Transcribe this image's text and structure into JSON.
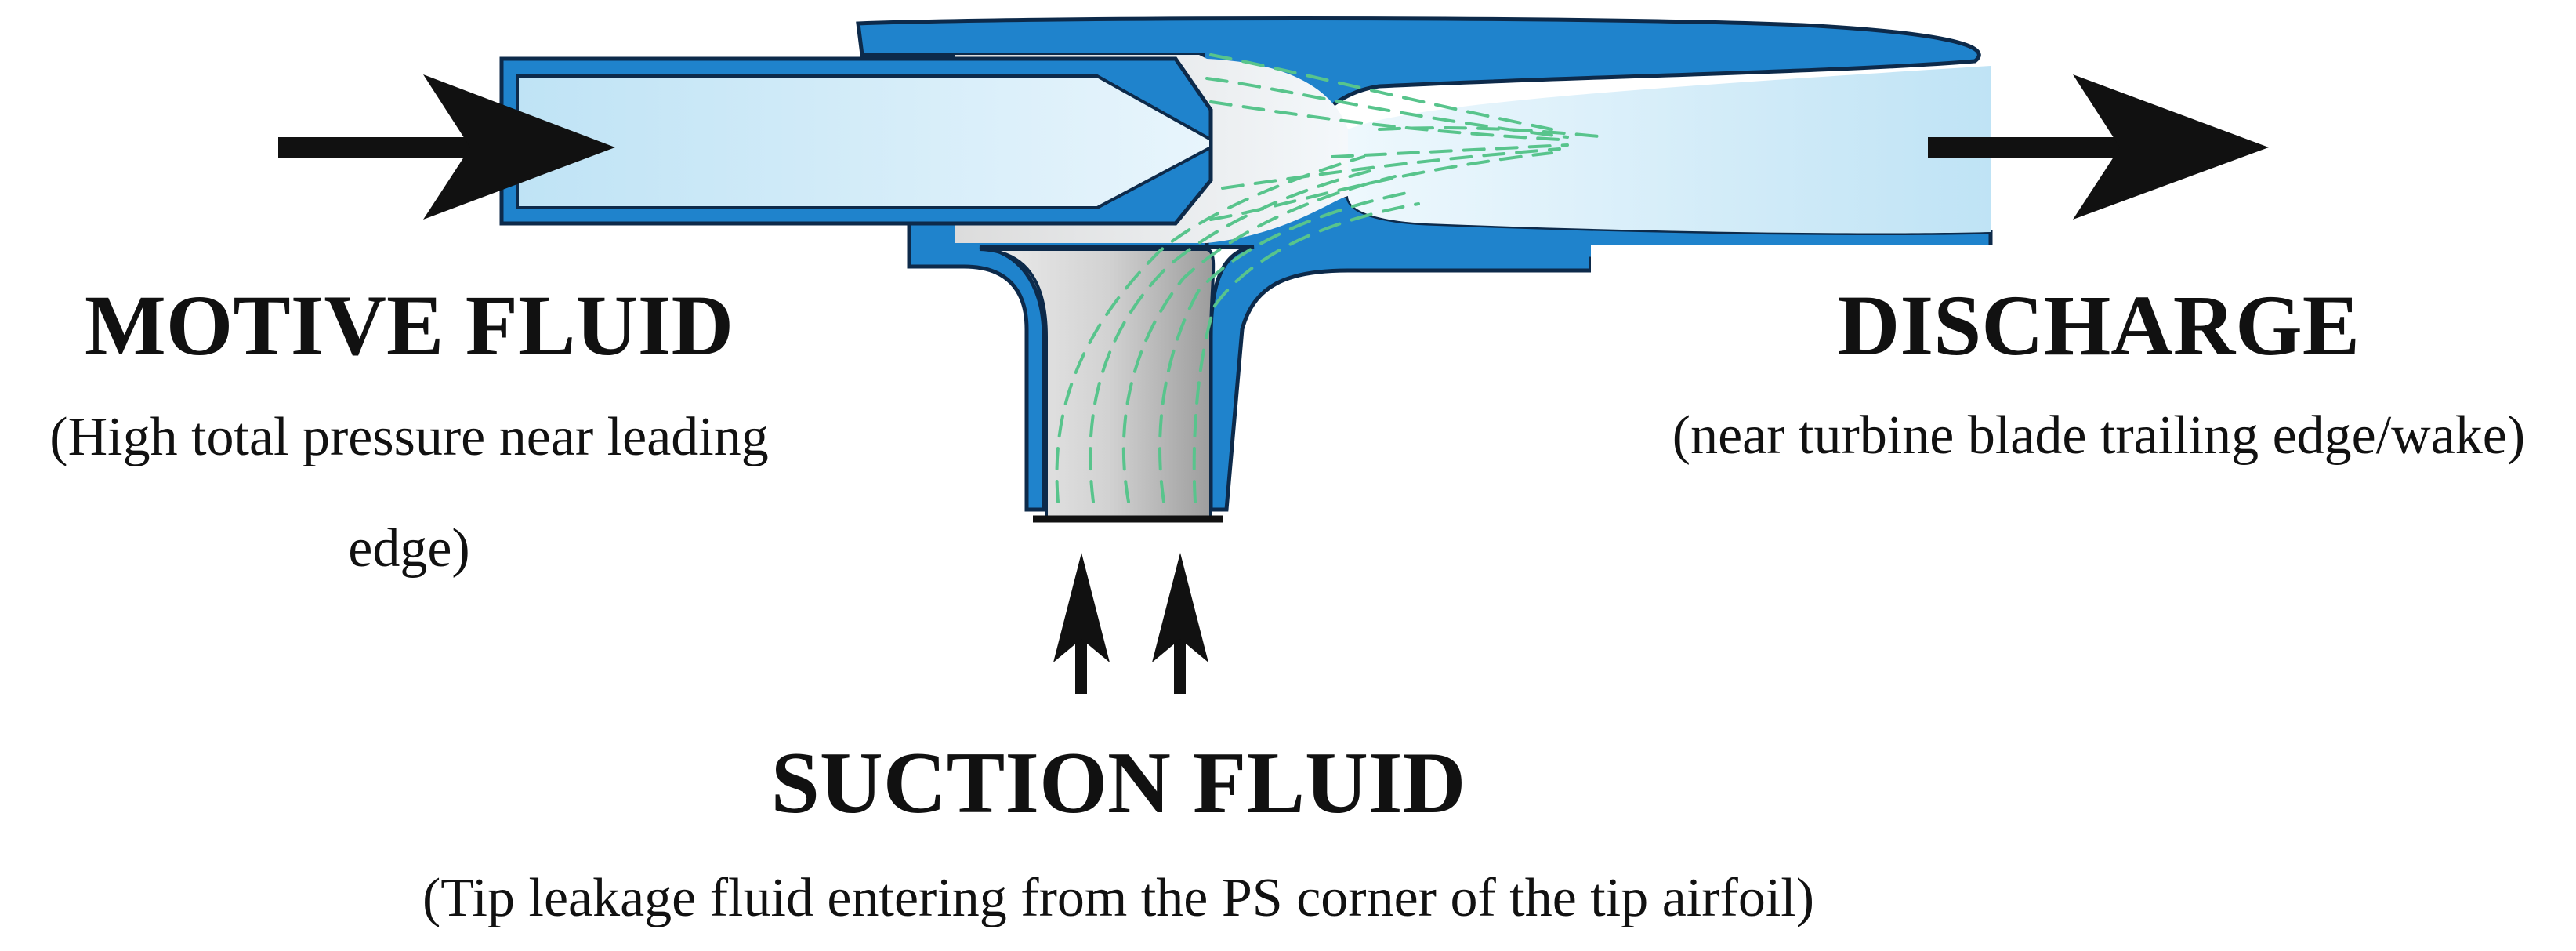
{
  "labels": {
    "motive_title": "MOTIVE FLUID",
    "motive_sub_line1": "(High total pressure near leading",
    "motive_sub_line2": "edge)",
    "discharge_title": "DISCHARGE",
    "discharge_sub": "(near turbine blade trailing edge/wake)",
    "suction_title": "SUCTION FLUID",
    "suction_sub": "(Tip leakage fluid entering from the PS corner of the tip airfoil)"
  },
  "colors": {
    "body_blue": "#1f83cc",
    "body_outline": "#0d2a4a",
    "inner_fluid": "#d4ecf8",
    "suction_channel": "#c9c9c9",
    "flow_lines": "#58c48c",
    "arrow": "#111111"
  }
}
